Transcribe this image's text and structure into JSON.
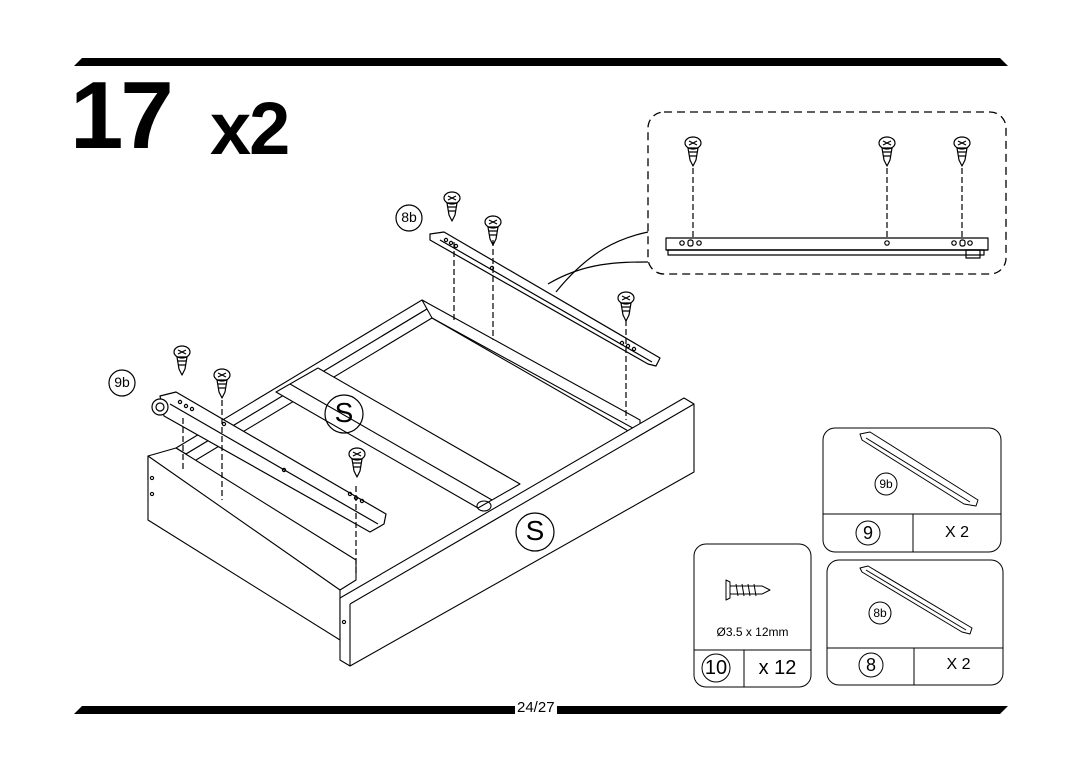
{
  "step": {
    "number": "17",
    "quantity": "x2"
  },
  "page": {
    "label": "24/27"
  },
  "callouts": {
    "rail_left": "9b",
    "rail_right": "8b",
    "side_mark_1": "S",
    "side_mark_2": "S"
  },
  "parts": {
    "screw": {
      "dimension": "Ø3.5 x 12mm",
      "id": "10",
      "qty": "x 12"
    },
    "rail_9": {
      "callout": "9b",
      "id": "9",
      "qty": "X 2"
    },
    "rail_8": {
      "callout": "8b",
      "id": "8",
      "qty": "X 2"
    }
  },
  "icons": [
    "screw-icon",
    "drawer-rail-icon",
    "drawer-box-icon",
    "detail-zoom-panel"
  ]
}
